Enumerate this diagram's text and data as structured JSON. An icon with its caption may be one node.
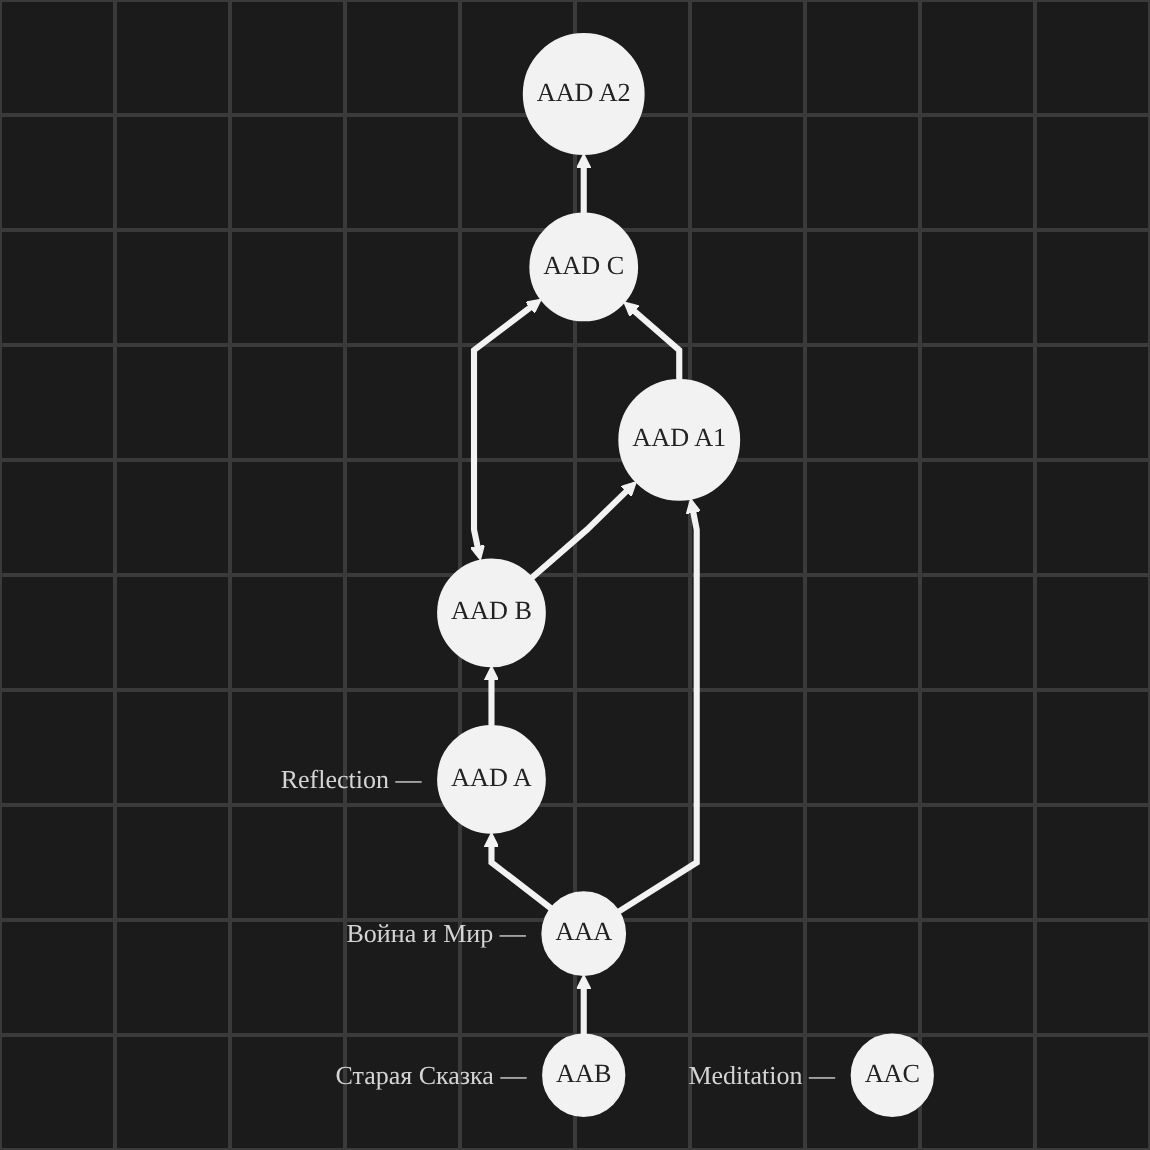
{
  "diagram": {
    "nodes": [
      {
        "text": [
          "AAD B"
        ]
      },
      {
        "text": [
          "AAD C"
        ]
      },
      {
        "text": [
          "AAD A"
        ],
        "beside": [
          "Reflection —"
        ]
      },
      {
        "text": [
          "AAD A1"
        ]
      },
      {
        "text": [
          "AAD A2"
        ]
      },
      {
        "text": [
          "AAA"
        ],
        "beside": [
          "Война и Мир —"
        ]
      },
      {
        "text": [
          "AAC"
        ],
        "beside": [
          "Meditation —"
        ]
      },
      {
        "text": [
          "AAB"
        ],
        "beside": [
          "Старая Сказка —"
        ]
      }
    ],
    "edges": [
      {
        "from": 0,
        "to": 1,
        "arrow": "both"
      },
      {
        "from": 2,
        "to": 0,
        "arrow": "to"
      },
      {
        "from": 0,
        "to": 3,
        "arrow": "to"
      },
      {
        "from": 3,
        "to": 1,
        "arrow": "to"
      },
      {
        "from": 1,
        "to": 4,
        "arrow": "to"
      },
      {
        "from": 5,
        "to": 2,
        "arrow": "to"
      },
      {
        "from": 5,
        "to": 3,
        "arrow": "to"
      },
      {
        "from": 7,
        "to": 5,
        "arrow": "to"
      }
    ]
  }
}
